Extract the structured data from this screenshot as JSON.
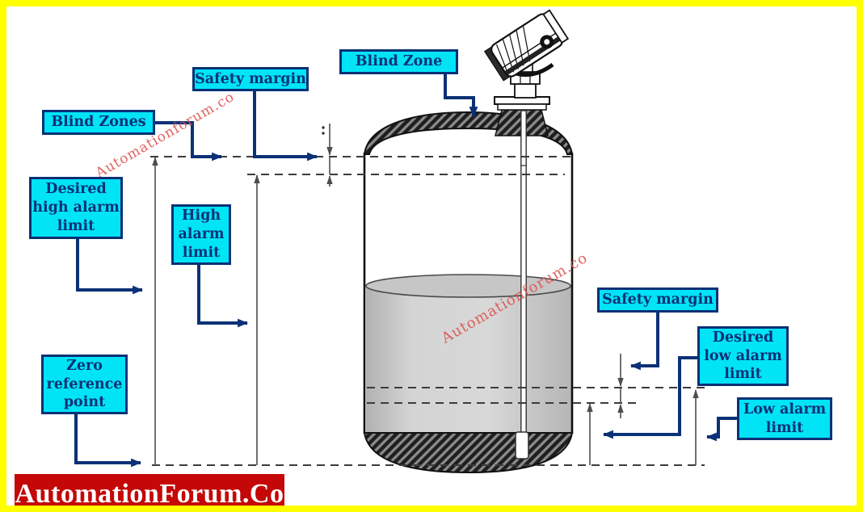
{
  "branding": {
    "banner_text": "AutomationForum.Co",
    "watermark_text": "Automationforum.co"
  },
  "labels": {
    "blind_zone": "Blind Zone",
    "safety_margin_top": "Safety margin",
    "blind_zones": "Blind Zones",
    "desired_high_alarm_limit": "Desired high alarm limit",
    "high_alarm_limit": "High alarm limit",
    "zero_reference_point": "Zero reference point",
    "safety_margin_bottom": "Safety margin",
    "desired_low_alarm_limit": "Desired low alarm limit",
    "low_alarm_limit": "Low alarm limit"
  },
  "dimension_break_mark": ":",
  "colors": {
    "frame": "#ffff00",
    "label_fill": "#00e4f6",
    "label_border": "#0b3176",
    "arrow": "#0b3176",
    "banner_bg": "#c40707",
    "banner_text": "#ffffff",
    "watermark": "#d9514d",
    "dimension_line": "#4d4d4d",
    "dashed_line": "#3c3c3c",
    "tank_outline": "#111111",
    "liquid": "#cdcdcd"
  }
}
